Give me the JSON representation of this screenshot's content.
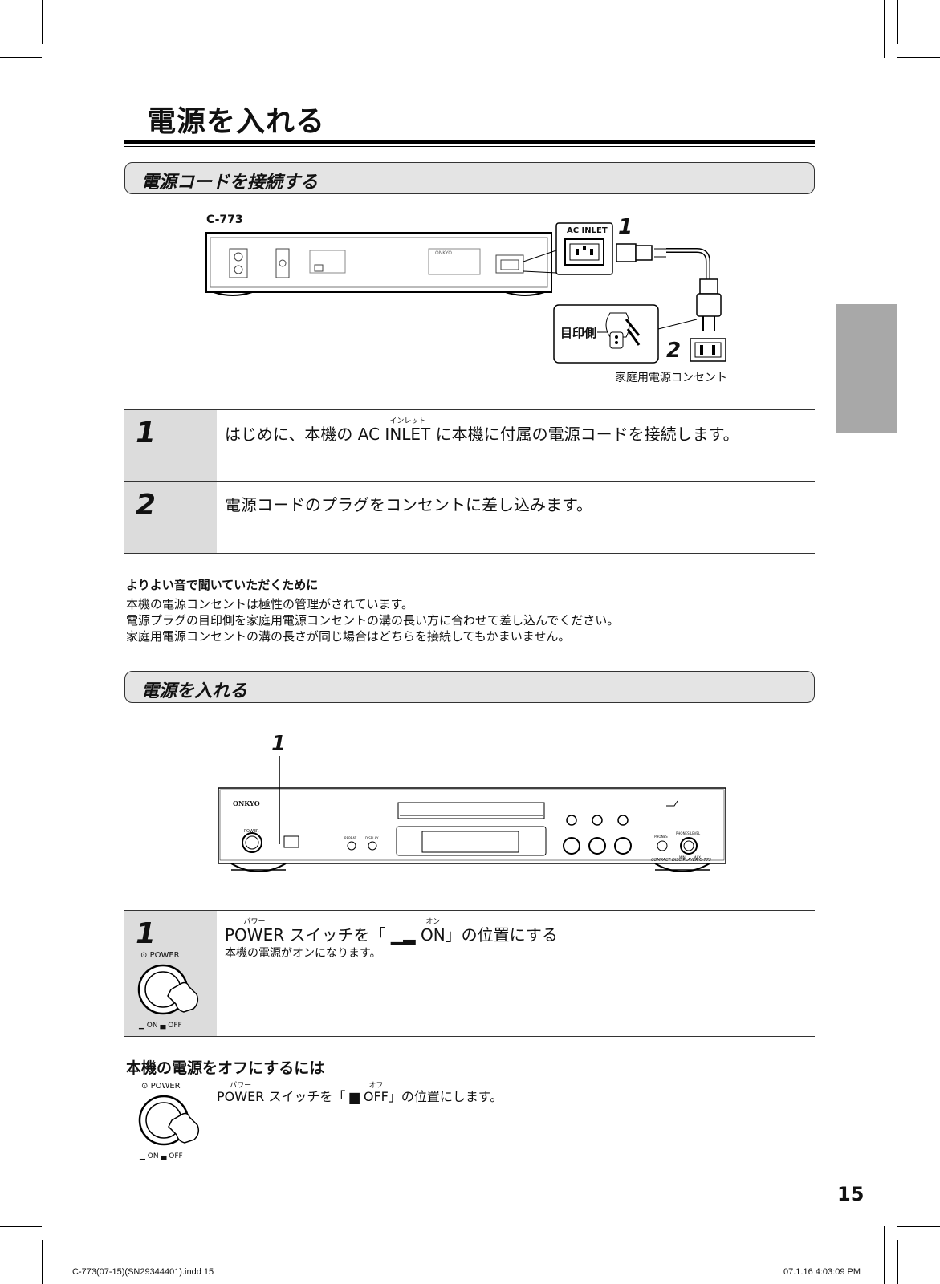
{
  "page": {
    "title": "電源を入れる",
    "page_number": "15",
    "footer_left": "C-773(07-15)(SN29344401).indd   15",
    "footer_right": "07.1.16   4:03:09 PM"
  },
  "section1": {
    "heading": "電源コードを接続する",
    "diagram": {
      "model": "C-773",
      "ac_inlet_label": "AC INLET",
      "callout_1": "1",
      "callout_2": "2",
      "mark_side_label": "目印側",
      "outlet_label": "家庭用電源コンセント",
      "brand": "ONKYO"
    },
    "steps": [
      {
        "number": "1",
        "text_before": "はじめに、本機の AC ",
        "ruby_base": "INLET",
        "ruby_text": "インレット",
        "text_after": " に本機に付属の電源コードを接続します。"
      },
      {
        "number": "2",
        "text": "電源コードのプラグをコンセントに差し込みます。"
      }
    ],
    "note": {
      "title": "よりよい音で聞いていただくために",
      "lines": [
        "本機の電源コンセントは極性の管理がされています。",
        "電源プラグの目印側を家庭用電源コンセントの溝の長い方に合わせて差し込んでください。",
        "家庭用電源コンセントの溝の長さが同じ場合はどちらを接続してもかまいません。"
      ]
    }
  },
  "section2": {
    "heading": "電源を入れる",
    "diagram": {
      "callout_1": "1",
      "brand": "ONKYO",
      "power_label": "POWER",
      "model_label": "COMPACT DISC PLAYER  C-773",
      "repeat_label": "REPEAT",
      "display_label": "DISPLAY",
      "phones_label": "PHONES",
      "phones_level_label": "PHONES LEVEL",
      "min_label": "MIN",
      "max_label": "MAX"
    },
    "step": {
      "number": "1",
      "power_ruby": "パワー",
      "power_word": "POWER",
      "mid_text": " スイッチを「",
      "on_ruby": "オン",
      "on_word": "ON",
      "end_text": "」の位置にする",
      "sub_text": "本機の電源がオンになります。",
      "icon_power_label": "POWER",
      "icon_on_label": "ON",
      "icon_off_label": "OFF"
    },
    "off": {
      "title": "本機の電源をオフにするには",
      "power_ruby": "パワー",
      "power_word": "POWER",
      "mid_text": " スイッチを「",
      "off_ruby": "オフ",
      "off_word": "OFF",
      "end_text": "」の位置にします。",
      "icon_power_label": "POWER",
      "icon_on_label": "ON",
      "icon_off_label": "OFF"
    }
  }
}
